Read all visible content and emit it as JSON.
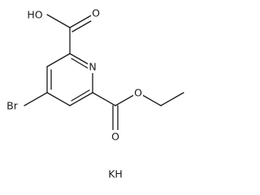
{
  "labels": {
    "hydroxyl": "HO",
    "acid_carbonyl_oxygen": "O",
    "ring_nitrogen": "N",
    "bromine": "Br",
    "ester_carbonyl_oxygen": "O",
    "ester_oxygen": "O",
    "counter_ion": "KH"
  },
  "colors": {
    "bond": "#1a1a1a",
    "text": "#1a1a1a",
    "background": "#ffffff"
  }
}
